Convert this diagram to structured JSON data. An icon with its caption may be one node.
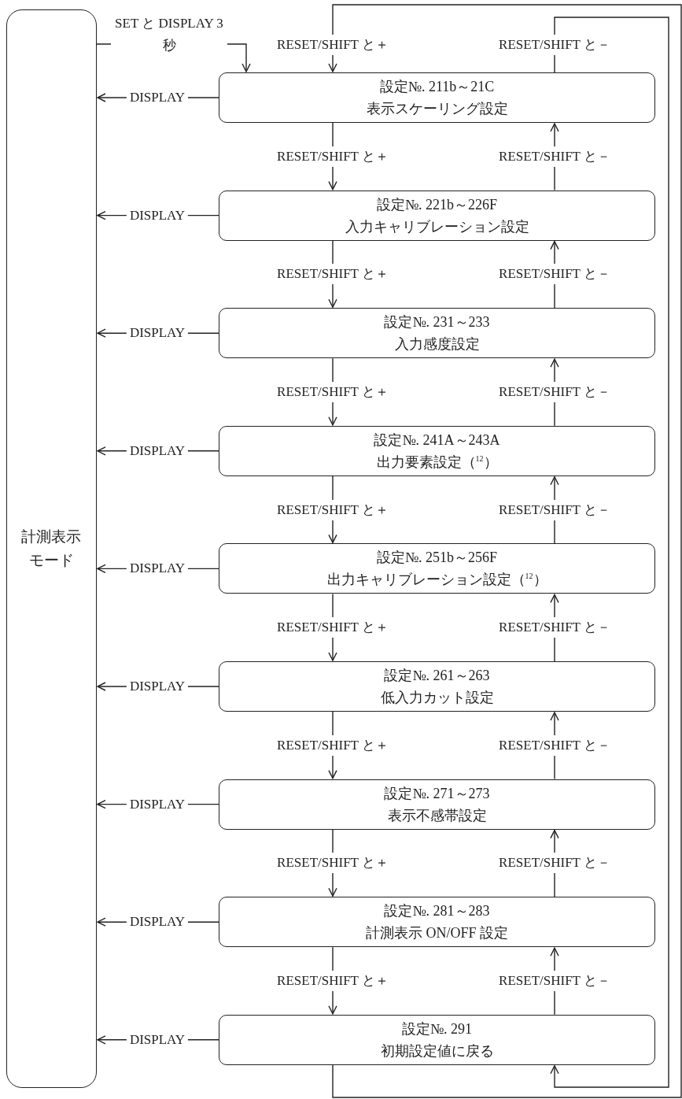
{
  "diagram": {
    "nodes": [
      {
        "text": [
          "計測表示モード"
        ]
      },
      {
        "text": [
          "設定№. 211b～21C",
          "表示スケーリング設定"
        ]
      },
      {
        "text": [
          "設定№. 221b～226F",
          "入力キャリブレーション設定"
        ]
      },
      {
        "text": [
          "設定№. 231～233",
          "入力感度設定"
        ]
      },
      {
        "text": [
          "設定№. 241A～243A",
          "出力要素設定（$^{12}$）"
        ]
      },
      {
        "text": [
          "設定№. 251b～256F",
          "出力キャリブレーション設定（$^{12}$）"
        ]
      },
      {
        "text": [
          "設定№. 261～263",
          "低入力カット設定"
        ]
      },
      {
        "text": [
          "設定№. 271～273",
          "表示不感帯設定"
        ]
      },
      {
        "text": [
          "設定№. 281～283",
          "計測表示 ON/OFF 設定"
        ]
      },
      {
        "text": [
          "設定№. 291",
          "初期設定値に戻る"
        ]
      }
    ],
    "edges": [
      {
        "from": 0,
        "to": 1,
        "arrow": "to",
        "label": "SET と DISPLAY 3 秒"
      },
      {
        "from": 9,
        "to": 1,
        "arrow": "to",
        "label": "RESET/SHIFT と＋"
      },
      {
        "from": 1,
        "to": 9,
        "arrow": "to",
        "label": "RESET/SHIFT と－"
      },
      {
        "from": 1,
        "to": 0,
        "arrow": "to",
        "label": "DISPLAY"
      },
      {
        "from": 1,
        "to": 2,
        "arrow": "to",
        "label": "RESET/SHIFT と＋"
      },
      {
        "from": 2,
        "to": 1,
        "arrow": "to",
        "label": "RESET/SHIFT と－"
      },
      {
        "from": 2,
        "to": 0,
        "arrow": "to",
        "label": "DISPLAY"
      },
      {
        "from": 2,
        "to": 3,
        "arrow": "to",
        "label": "RESET/SHIFT と＋"
      },
      {
        "from": 3,
        "to": 2,
        "arrow": "to",
        "label": "RESET/SHIFT と－"
      },
      {
        "from": 3,
        "to": 0,
        "arrow": "to",
        "label": "DISPLAY"
      },
      {
        "from": 3,
        "to": 4,
        "arrow": "to",
        "label": "RESET/SHIFT と＋"
      },
      {
        "from": 4,
        "to": 3,
        "arrow": "to",
        "label": "RESET/SHIFT と－"
      },
      {
        "from": 4,
        "to": 0,
        "arrow": "to",
        "label": "DISPLAY"
      },
      {
        "from": 4,
        "to": 5,
        "arrow": "to",
        "label": "RESET/SHIFT と＋"
      },
      {
        "from": 5,
        "to": 4,
        "arrow": "to",
        "label": "RESET/SHIFT と－"
      },
      {
        "from": 5,
        "to": 0,
        "arrow": "to",
        "label": "DISPLAY"
      },
      {
        "from": 5,
        "to": 6,
        "arrow": "to",
        "label": "RESET/SHIFT と＋"
      },
      {
        "from": 6,
        "to": 5,
        "arrow": "to",
        "label": "RESET/SHIFT と－"
      },
      {
        "from": 6,
        "to": 0,
        "arrow": "to",
        "label": "DISPLAY"
      },
      {
        "from": 6,
        "to": 7,
        "arrow": "to",
        "label": "RESET/SHIFT と＋"
      },
      {
        "from": 7,
        "to": 6,
        "arrow": "to",
        "label": "RESET/SHIFT と－"
      },
      {
        "from": 7,
        "to": 0,
        "arrow": "to",
        "label": "DISPLAY"
      },
      {
        "from": 7,
        "to": 8,
        "arrow": "to",
        "label": "RESET/SHIFT と＋"
      },
      {
        "from": 8,
        "to": 7,
        "arrow": "to",
        "label": "RESET/SHIFT と－"
      },
      {
        "from": 8,
        "to": 0,
        "arrow": "to",
        "label": "DISPLAY"
      },
      {
        "from": 8,
        "to": 9,
        "arrow": "to",
        "label": "RESET/SHIFT と＋"
      },
      {
        "from": 9,
        "to": 8,
        "arrow": "to",
        "label": "RESET/SHIFT と－"
      },
      {
        "from": 9,
        "to": 0,
        "arrow": "to",
        "label": "DISPLAY"
      }
    ]
  }
}
